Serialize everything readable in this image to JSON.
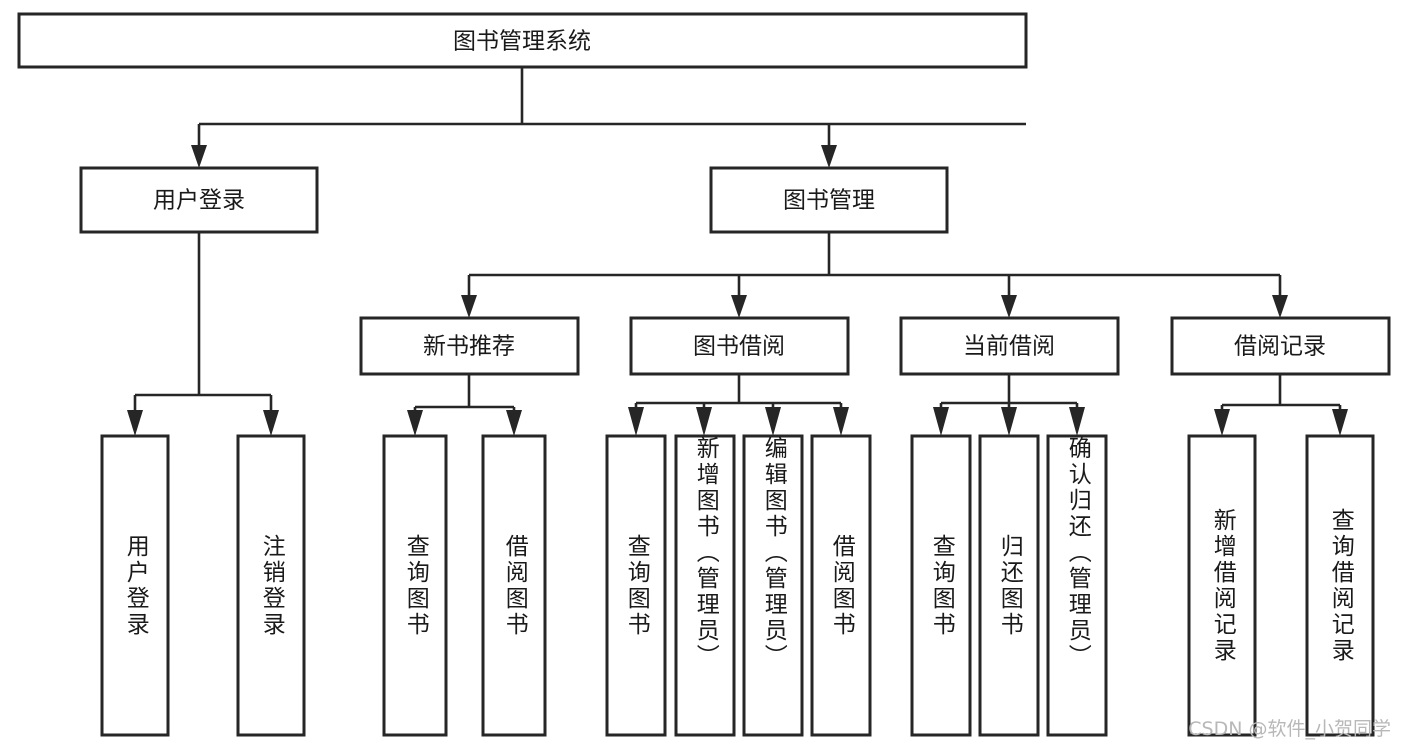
{
  "diagram": {
    "title": "图书管理系统",
    "watermark": "CSDN @软件_小贺同学",
    "type": "tree-hierarchy-flowchart",
    "orientation": "top-down",
    "colors": {
      "background": "#ffffff",
      "node_fill": "#ffffff",
      "node_stroke": "#262626",
      "connector": "#262626",
      "text": "#1a1a1a",
      "watermark": "#b8b8b8"
    },
    "root": {
      "id": "root",
      "label": "图书管理系统"
    },
    "level2": [
      {
        "id": "user-login",
        "label": "用户登录"
      },
      {
        "id": "book-manage",
        "label": "图书管理"
      }
    ],
    "level3": [
      {
        "id": "new-book-recommend",
        "label": "新书推荐",
        "parent": "book-manage"
      },
      {
        "id": "book-borrow",
        "label": "图书借阅",
        "parent": "book-manage"
      },
      {
        "id": "current-borrow",
        "label": "当前借阅",
        "parent": "book-manage"
      },
      {
        "id": "borrow-record",
        "label": "借阅记录",
        "parent": "book-manage"
      }
    ],
    "leaves": {
      "user-login": [
        {
          "id": "leaf-user-login",
          "label": "用户登录"
        },
        {
          "id": "leaf-logout-login",
          "label": "注销登录"
        }
      ],
      "new-book-recommend": [
        {
          "id": "leaf-query-book-1",
          "label": "查询图书"
        },
        {
          "id": "leaf-borrow-book-1",
          "label": "借阅图书"
        }
      ],
      "book-borrow": [
        {
          "id": "leaf-query-book-2",
          "label": "查询图书"
        },
        {
          "id": "leaf-add-book",
          "label": "新增图书（管理员）"
        },
        {
          "id": "leaf-edit-book",
          "label": "编辑图书（管理员）"
        },
        {
          "id": "leaf-borrow-book-2",
          "label": "借阅图书"
        }
      ],
      "current-borrow": [
        {
          "id": "leaf-query-book-3",
          "label": "查询图书"
        },
        {
          "id": "leaf-return-book",
          "label": "归还图书"
        },
        {
          "id": "leaf-confirm-return",
          "label": "确认归还（管理员）"
        }
      ],
      "borrow-record": [
        {
          "id": "leaf-add-record",
          "label": "新增借阅记录"
        },
        {
          "id": "leaf-query-record",
          "label": "查询借阅记录"
        }
      ]
    }
  }
}
